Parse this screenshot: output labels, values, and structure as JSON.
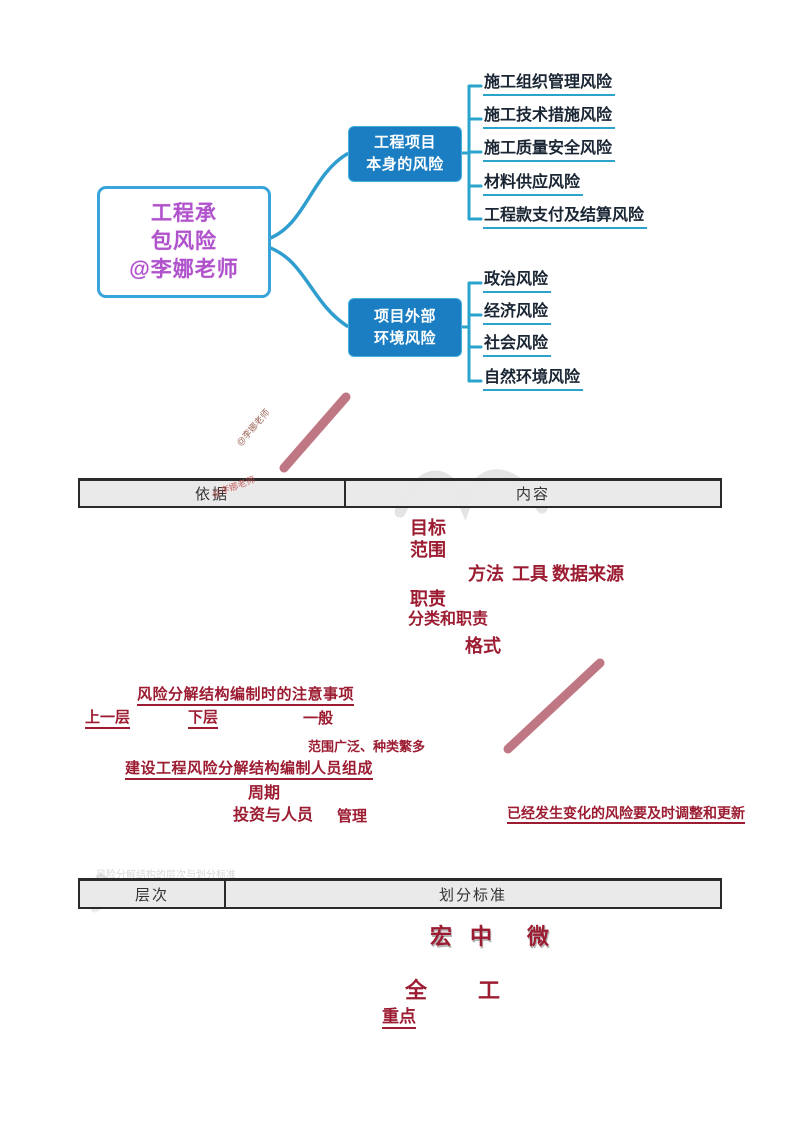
{
  "mindmap": {
    "root": {
      "line1": "工程承",
      "line2": "包风险",
      "line3": "@李娜老师"
    },
    "branches": [
      {
        "label1": "工程项目",
        "label2": "本身的风险",
        "leaves": [
          "施工组织管理风险",
          "施工技术措施风险",
          "施工质量安全风险",
          "材料供应风险",
          "工程款支付及结算风险"
        ]
      },
      {
        "label1": "项目外部",
        "label2": "环境风险",
        "leaves": [
          "政治风险",
          "经济风险",
          "社会风险",
          "自然环境风险"
        ]
      }
    ]
  },
  "table1": {
    "headers": [
      "依据",
      "内容"
    ]
  },
  "annotations_table1": {
    "goal": "目标",
    "scope": "范围",
    "method": "方法",
    "tools": "工具",
    "data_sources": "数据来源",
    "duty": "职责",
    "classify": "分类和职责",
    "format": "格式"
  },
  "notes": {
    "line_a": "风险分解结构编制时的注意事项",
    "upper_layer": "上一层",
    "lower_layer": "下层",
    "general": "一般",
    "wide_range": "范围广泛、种类繁多",
    "line_d": "建设工程风险分解结构编制人员组成",
    "cycle": "周期",
    "invest": "投资与人员",
    "manage": "管理",
    "update": "已经发生变化的风险要及时调整和更新"
  },
  "table2": {
    "headers": [
      "层次",
      "划分标准"
    ],
    "caption": "风险分解结构的层次与划分标准"
  },
  "annotations_table2": {
    "r1": [
      "宏",
      "中",
      "微"
    ],
    "r2": [
      "全",
      "工"
    ],
    "r3": "重点"
  },
  "watermark": {
    "stamp_text": "@李娜老师"
  },
  "colors": {
    "node_blue": "#1b7ec2",
    "connector_teal": "#2aa4cc",
    "root_border_blue": "#38a4da",
    "root_text_purple": "#b052cc",
    "annotation_red": "#9c1c32",
    "stroke_rose": "#b4606f",
    "table_header_gray": "#e9e9e9"
  }
}
